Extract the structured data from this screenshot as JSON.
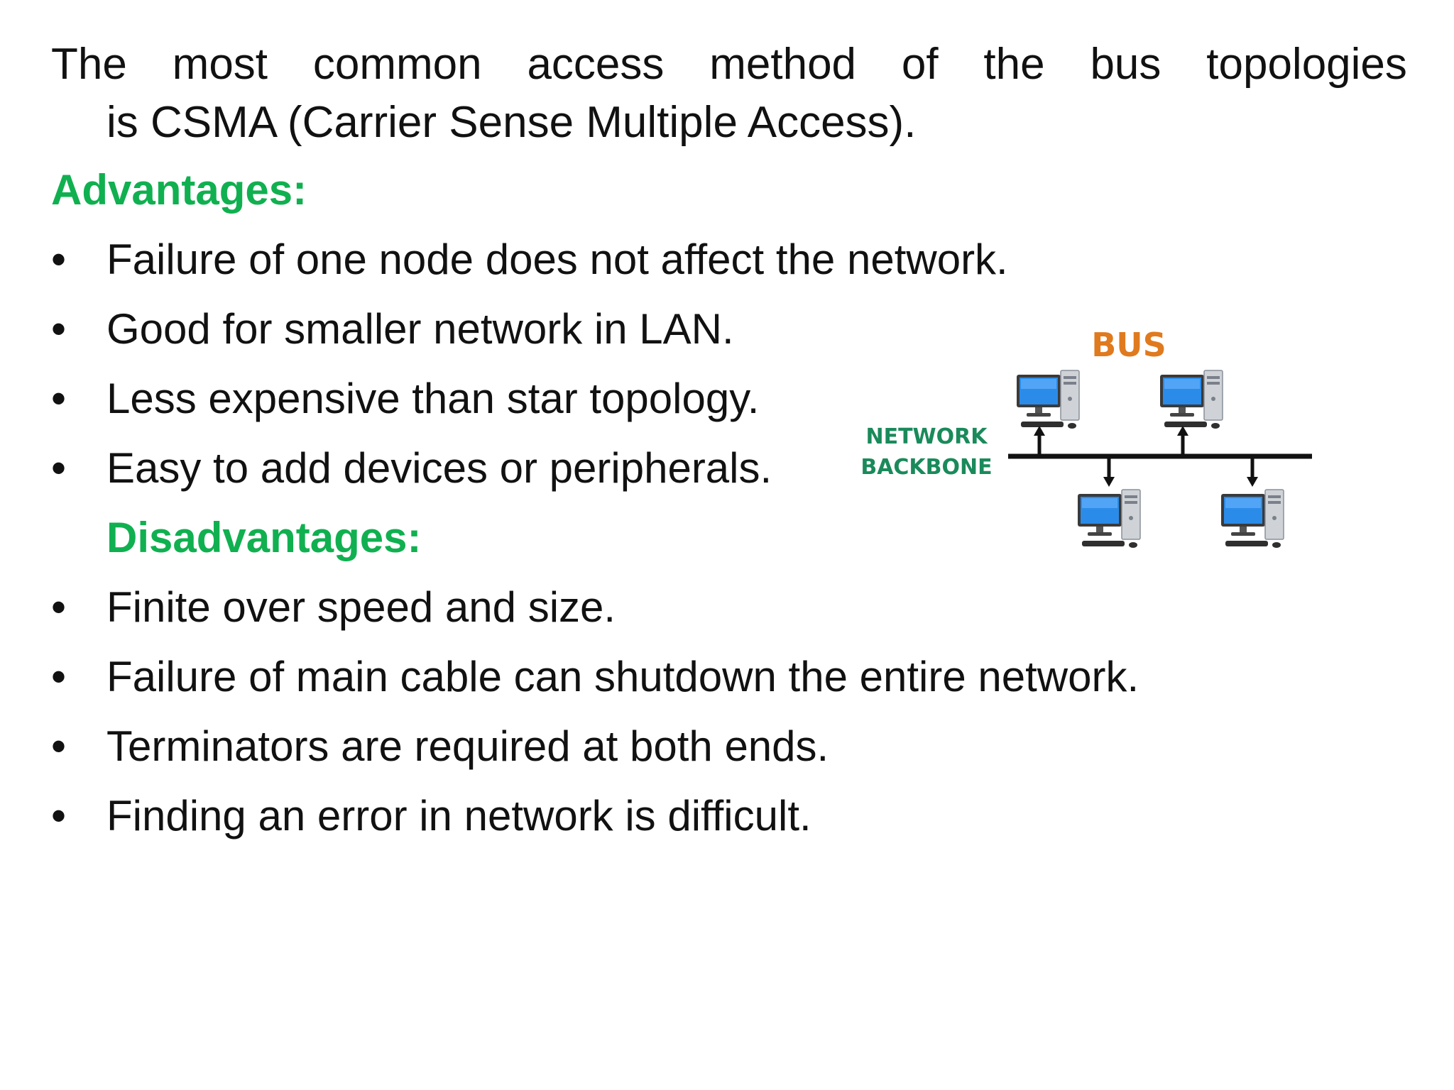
{
  "intro": {
    "line1_words": [
      "The",
      "most",
      "common",
      "access",
      "method",
      "of",
      "the",
      "bus",
      "topologies"
    ],
    "line2": "is  CSMA (Carrier Sense Multiple Access)."
  },
  "advantages": {
    "heading": "Advantages:",
    "items": [
      "Failure of one node does not affect the network.",
      "Good for smaller network in LAN.",
      "Less expensive than star topology.",
      "Easy to add devices or peripherals."
    ]
  },
  "disadvantages": {
    "heading": "Disadvantages:",
    "items": [
      "Finite over speed and size.",
      "Failure of main cable can shutdown the entire network.",
      "Terminators are required at both ends.",
      "Finding an error in network is difficult."
    ]
  },
  "bullet_glyph": "•",
  "diagram": {
    "bus_label": "BUS",
    "backbone_label_line1": "NETWORK",
    "backbone_label_line2": "BACKBONE",
    "bus_color": "#e07a1e",
    "backbone_color": "#1a8a5a"
  },
  "colors": {
    "heading": "#10b050",
    "text": "#111111",
    "background": "#ffffff"
  }
}
